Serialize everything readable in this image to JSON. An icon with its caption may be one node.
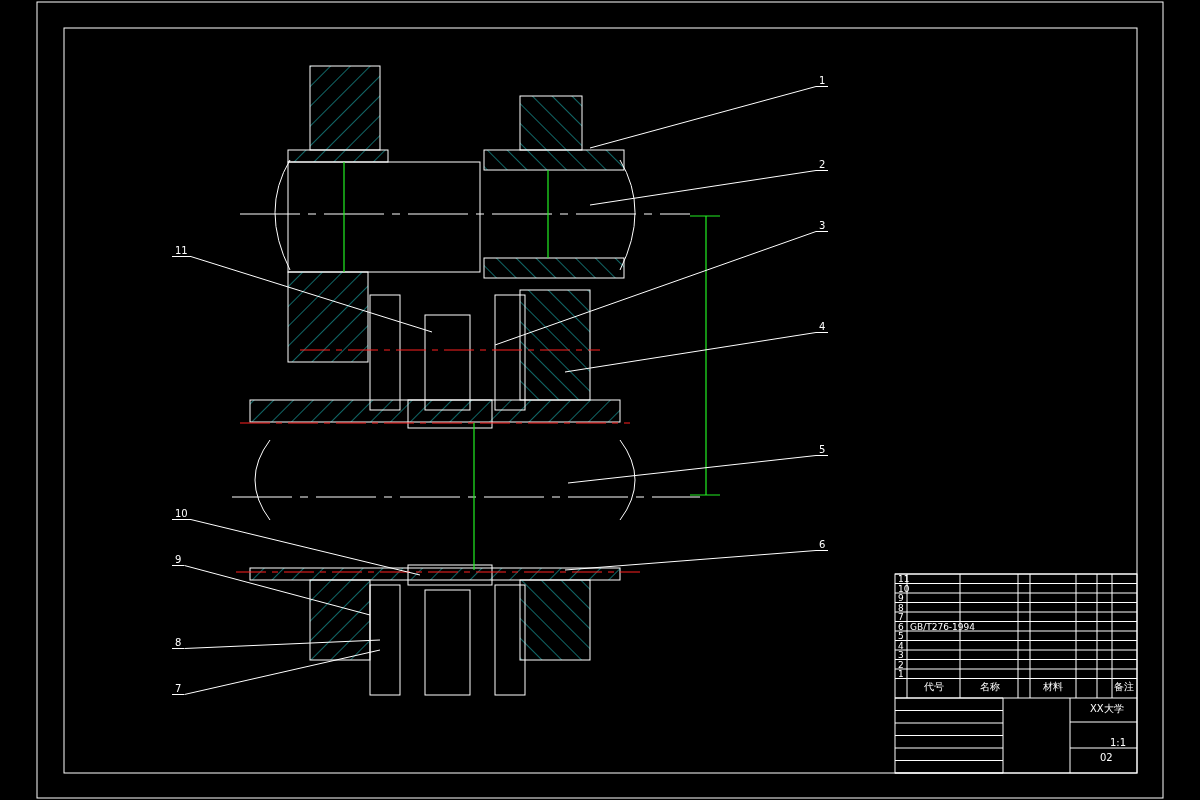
{
  "diagram": {
    "nodes": [
      {
        "text": [
          "1"
        ]
      },
      {
        "text": [
          "2"
        ]
      },
      {
        "text": [
          "3"
        ]
      },
      {
        "text": [
          "4"
        ]
      },
      {
        "text": [
          "5"
        ]
      },
      {
        "text": [
          "6"
        ]
      },
      {
        "text": [
          "11"
        ]
      },
      {
        "text": [
          "10"
        ]
      },
      {
        "text": [
          "9"
        ]
      },
      {
        "text": [
          "8"
        ]
      },
      {
        "text": [
          "7"
        ]
      }
    ],
    "edges": [
      {
        "from": 0,
        "to": null,
        "arrow": "none"
      },
      {
        "from": 1,
        "to": null,
        "arrow": "none"
      },
      {
        "from": 2,
        "to": null,
        "arrow": "none"
      },
      {
        "from": 3,
        "to": null,
        "arrow": "none"
      },
      {
        "from": 4,
        "to": null,
        "arrow": "none"
      },
      {
        "from": 5,
        "to": null,
        "arrow": "none"
      },
      {
        "from": 6,
        "to": null,
        "arrow": "none"
      },
      {
        "from": 7,
        "to": null,
        "arrow": "none"
      },
      {
        "from": 8,
        "to": null,
        "arrow": "none"
      },
      {
        "from": 9,
        "to": null,
        "arrow": "none"
      },
      {
        "from": 10,
        "to": null,
        "arrow": "none"
      }
    ],
    "labels": [
      "11",
      "10",
      "9",
      "8",
      "7",
      "6",
      "GB/T276-1994",
      "5",
      "4",
      "3",
      "2",
      "1",
      "代号",
      "名称",
      "材料",
      "备注",
      "XX大学",
      "1:1",
      "02"
    ]
  }
}
